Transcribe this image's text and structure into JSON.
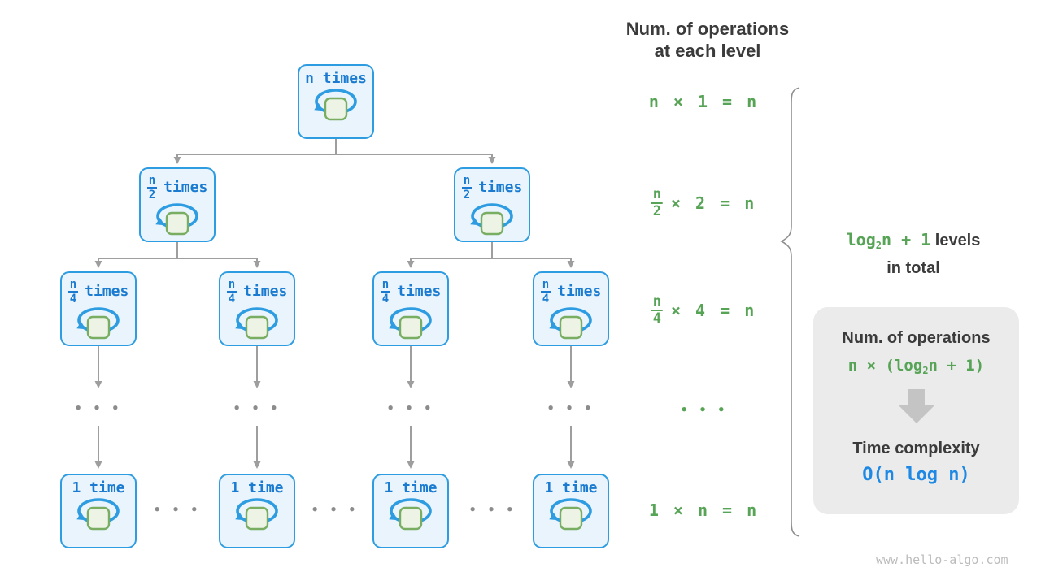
{
  "header": {
    "line1": "Num. of operations",
    "line2": "at each level"
  },
  "tree": {
    "l1": {
      "text": "n times"
    },
    "l2": {
      "num": "n",
      "den": "2",
      "suffix": "times"
    },
    "l3": {
      "num": "n",
      "den": "4",
      "suffix": "times"
    },
    "l4": {
      "text": "1 time"
    },
    "ellipsis": "• • •"
  },
  "formulas": {
    "row1": "n × 1 = n",
    "row2": {
      "num": "n",
      "den": "2",
      "rest": "× 2 = n"
    },
    "row3": {
      "num": "n",
      "den": "4",
      "rest": "× 4 = n"
    },
    "ellipsis": "• • •",
    "row5": "1 × n = n"
  },
  "brace_label": {
    "log": "log",
    "sub": "2",
    "after": "n + 1",
    "levels": " levels",
    "line2": "in total"
  },
  "summary_box": {
    "title1": "Num. of operations",
    "formula": {
      "pre": "n × (log",
      "sub": "2",
      "post": "n + 1)"
    },
    "title2": "Time complexity",
    "complexity": "O(n log n)"
  },
  "watermark": "www.hello-algo.com",
  "colors": {
    "node_border_blue": "#2e9ce1",
    "node_fill_blue": "#e9f4fd",
    "node_text_blue": "#1a7bd0",
    "loop_square_green_fill": "#edf4e5",
    "loop_square_green_border": "#79ad62",
    "formula_green": "#57a457",
    "complexity_blue": "#1e88e5",
    "connector_gray": "#9e9e9e",
    "summary_box_gray": "#ebebeb",
    "heading_dark": "#3b3b3b"
  }
}
